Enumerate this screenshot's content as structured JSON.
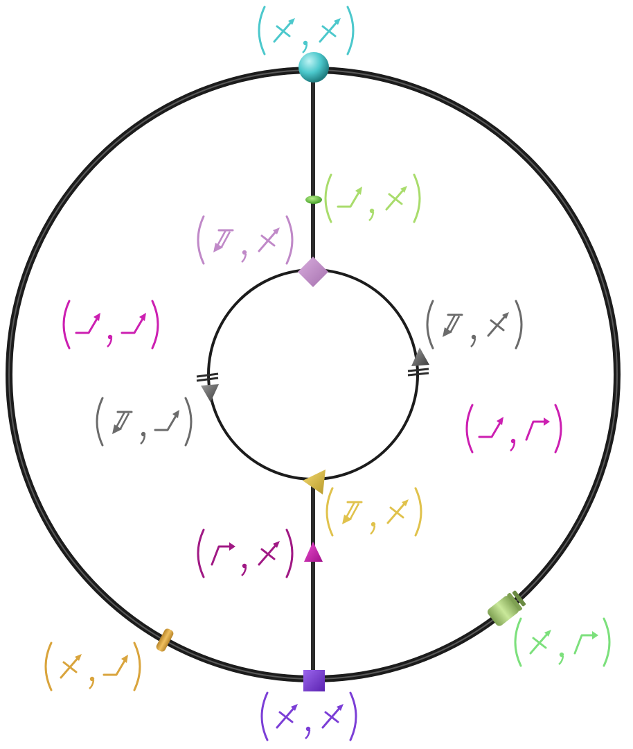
{
  "colors": {
    "edge": "#1c1c1c",
    "edge_highlight": "#5a5a5a",
    "cyan": "#4cc8cc",
    "lime": "#a9dc6c",
    "lilac": "#c089c8",
    "magenta": "#cc1fb1",
    "gray": "#6b6b6b",
    "mustard": "#e0c24c",
    "plum": "#a01984",
    "orange": "#d9a43c",
    "violet": "#7b3ed6",
    "mint": "#7ce07c"
  },
  "nodes": [
    {
      "id": "top-node",
      "shape": "sphere",
      "color": "cyan"
    },
    {
      "id": "bottom-node",
      "shape": "square",
      "color": "violet"
    },
    {
      "id": "inner-top-node",
      "shape": "diamond",
      "color": "lilac"
    }
  ],
  "labels": [
    {
      "id": "label-top",
      "color": "cyan",
      "first": "crossed-up",
      "second": "crossed-up"
    },
    {
      "id": "label-upper-spoke",
      "color": "lime",
      "first": "hook-up",
      "second": "crossed-up"
    },
    {
      "id": "label-inner-top",
      "color": "lilac",
      "first": "double-down",
      "second": "crossed-up"
    },
    {
      "id": "label-left-region",
      "color": "magenta",
      "first": "hook-up",
      "second": "hook-up"
    },
    {
      "id": "label-inner-right",
      "color": "gray",
      "first": "double-down",
      "second": "crossed-up"
    },
    {
      "id": "label-inner-left",
      "color": "gray",
      "first": "double-down",
      "second": "hook-up"
    },
    {
      "id": "label-right-region",
      "color": "magenta",
      "first": "hook-up",
      "second": "corner-right"
    },
    {
      "id": "label-inner-bottom",
      "color": "mustard",
      "first": "double-down",
      "second": "crossed-up"
    },
    {
      "id": "label-lower-spoke",
      "color": "plum",
      "first": "corner-right",
      "second": "crossed-up"
    },
    {
      "id": "label-outer-left",
      "color": "orange",
      "first": "crossed-up",
      "second": "hook-up"
    },
    {
      "id": "label-bottom",
      "color": "violet",
      "first": "crossed-up",
      "second": "crossed-up"
    },
    {
      "id": "label-outer-right",
      "color": "mint",
      "first": "crossed-up",
      "second": "corner-right"
    }
  ]
}
